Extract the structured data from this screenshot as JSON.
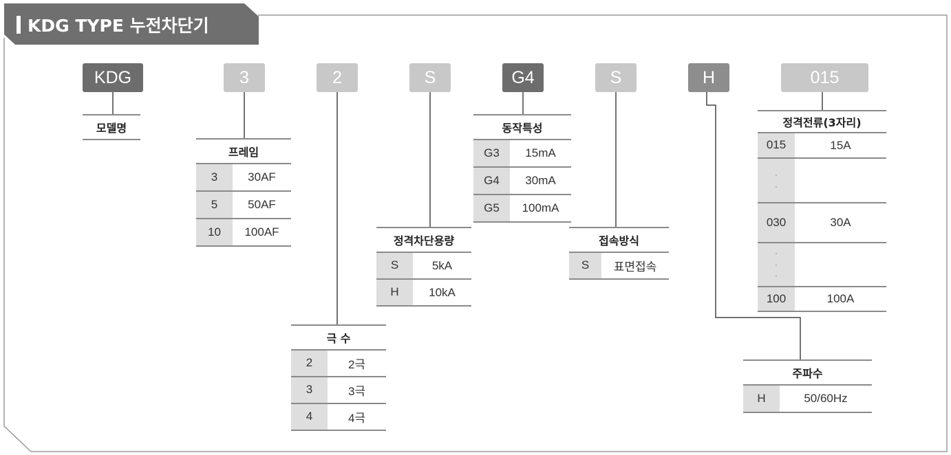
{
  "header": {
    "title": "KDG TYPE 누전차단기"
  },
  "colors": {
    "dark": "#6d6d6d",
    "mid": "#8d8d8d",
    "light": "#c8c8c8",
    "key_cell": "#dedede",
    "line": "#8a8a8a"
  },
  "codes": [
    "KDG",
    "3",
    "2",
    "S",
    "G4",
    "S",
    "H",
    "015"
  ],
  "tables": [
    {
      "title": "모델명",
      "rows": []
    },
    {
      "title": "프레임",
      "rows": [
        {
          "code": "3",
          "value": "30AF"
        },
        {
          "code": "5",
          "value": "50AF"
        },
        {
          "code": "10",
          "value": "100AF"
        }
      ]
    },
    {
      "title": "극 수",
      "rows": [
        {
          "code": "2",
          "value": "2극"
        },
        {
          "code": "3",
          "value": "3극"
        },
        {
          "code": "4",
          "value": "4극"
        }
      ]
    },
    {
      "title": "정격차단용량",
      "rows": [
        {
          "code": "S",
          "value": "5kA"
        },
        {
          "code": "H",
          "value": "10kA"
        }
      ]
    },
    {
      "title": "동작특성",
      "rows": [
        {
          "code": "G3",
          "value": "15mA"
        },
        {
          "code": "G4",
          "value": "30mA"
        },
        {
          "code": "G5",
          "value": "100mA"
        }
      ]
    },
    {
      "title": "접속방식",
      "rows": [
        {
          "code": "S",
          "value": "표면접속"
        }
      ]
    },
    {
      "title": "정격전류(3자리)",
      "rows": [
        {
          "code": "015",
          "value": "15A"
        },
        {
          "code": "·\n·",
          "value": ""
        },
        {
          "code": "030",
          "value": "30A"
        },
        {
          "code": "·\n·\n·",
          "value": ""
        },
        {
          "code": "100",
          "value": "100A"
        }
      ]
    },
    {
      "title": "주파수",
      "rows": [
        {
          "code": "H",
          "value": "50/60Hz"
        }
      ]
    }
  ]
}
